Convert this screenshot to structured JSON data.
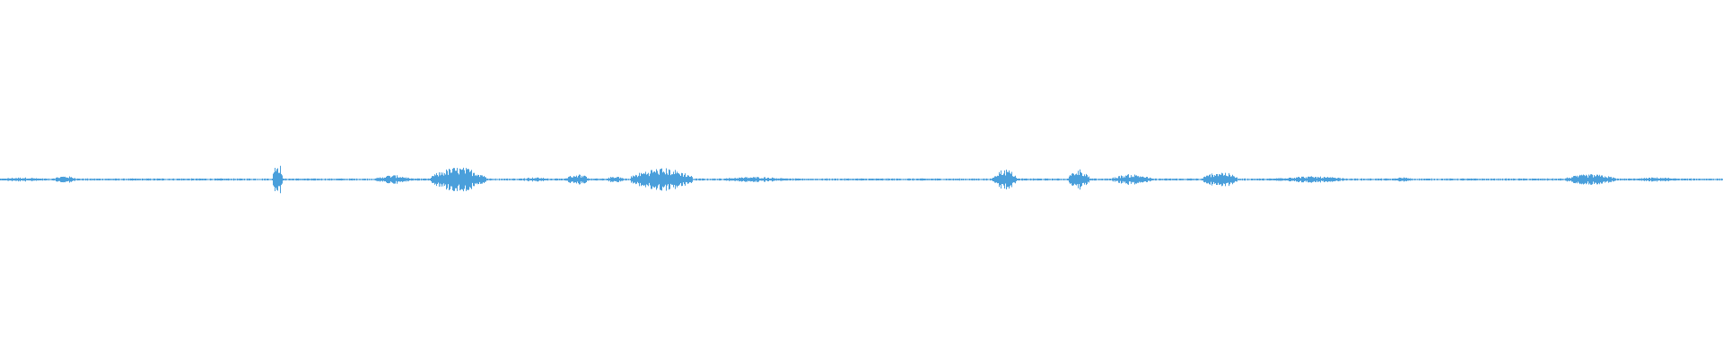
{
  "waveform": {
    "color": "#4a9fdb",
    "background": "#ffffff",
    "segments": [
      {
        "start": 0.0,
        "end": 0.025,
        "amp": 0.012
      },
      {
        "start": 0.03,
        "end": 0.045,
        "amp": 0.02
      },
      {
        "start": 0.158,
        "end": 0.164,
        "amp": 0.1
      },
      {
        "start": 0.218,
        "end": 0.238,
        "amp": 0.025
      },
      {
        "start": 0.25,
        "end": 0.282,
        "amp": 0.07
      },
      {
        "start": 0.3,
        "end": 0.32,
        "amp": 0.012
      },
      {
        "start": 0.328,
        "end": 0.342,
        "amp": 0.03
      },
      {
        "start": 0.352,
        "end": 0.362,
        "amp": 0.02
      },
      {
        "start": 0.366,
        "end": 0.402,
        "amp": 0.065
      },
      {
        "start": 0.418,
        "end": 0.458,
        "amp": 0.015
      },
      {
        "start": 0.576,
        "end": 0.59,
        "amp": 0.06
      },
      {
        "start": 0.62,
        "end": 0.632,
        "amp": 0.06
      },
      {
        "start": 0.645,
        "end": 0.668,
        "amp": 0.03
      },
      {
        "start": 0.698,
        "end": 0.718,
        "amp": 0.045
      },
      {
        "start": 0.738,
        "end": 0.782,
        "amp": 0.018
      },
      {
        "start": 0.808,
        "end": 0.82,
        "amp": 0.012
      },
      {
        "start": 0.908,
        "end": 0.938,
        "amp": 0.03
      },
      {
        "start": 0.948,
        "end": 0.975,
        "amp": 0.012
      }
    ],
    "baseline_amp": 0.006
  }
}
